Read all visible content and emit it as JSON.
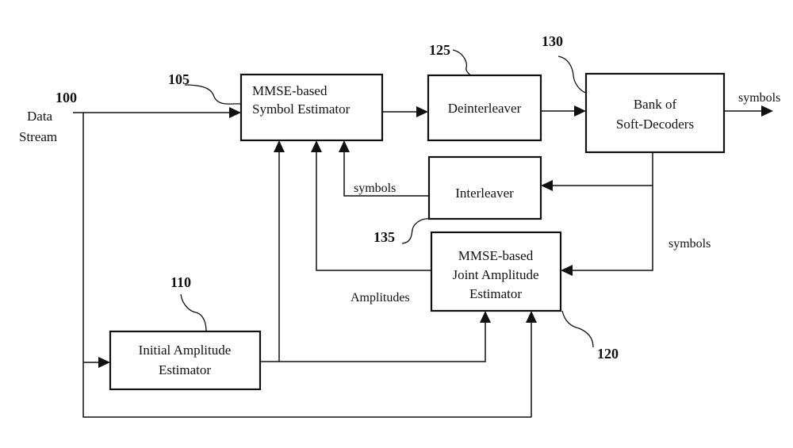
{
  "diagram": {
    "input": {
      "ref": "100",
      "line1": "Data",
      "line2": "Stream"
    },
    "blocks": {
      "symbol_estimator": {
        "ref": "105",
        "line1": "MMSE-based",
        "line2": "Symbol Estimator"
      },
      "initial_amplitude_estimator": {
        "ref": "110",
        "line1": "Initial Amplitude",
        "line2": "Estimator"
      },
      "joint_amplitude_estimator": {
        "ref": "120",
        "line1": "MMSE-based",
        "line2": "Joint Amplitude",
        "line3": "Estimator"
      },
      "deinterleaver": {
        "ref": "125",
        "label": "Deinterleaver"
      },
      "soft_decoders": {
        "ref": "130",
        "line1": "Bank of",
        "line2": "Soft-Decoders"
      },
      "interleaver": {
        "ref": "135",
        "label": "Interleaver"
      }
    },
    "signal_labels": {
      "output_symbols": "symbols",
      "interleaver_symbols": "symbols",
      "feedback_symbols": "symbols",
      "amplitudes": "Amplitudes"
    }
  }
}
